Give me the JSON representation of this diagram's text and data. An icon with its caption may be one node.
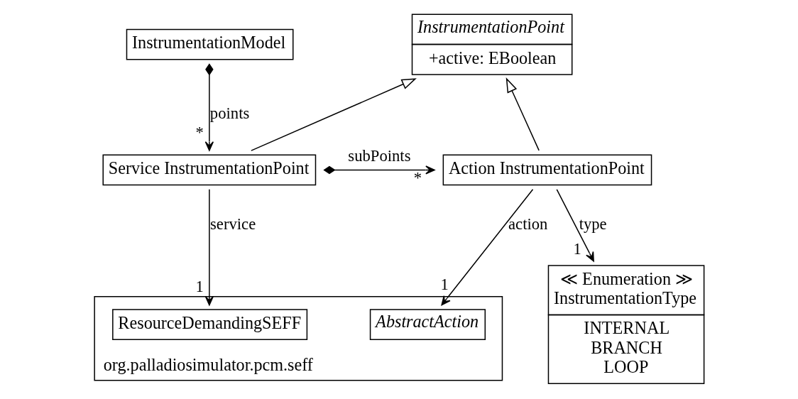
{
  "diagram": {
    "nodes": [
      {
        "text": [
          "InstrumentationPoint",
          "+active: EBoolean"
        ]
      },
      {
        "text": [
          "InstrumentationModel"
        ]
      },
      {
        "text": [
          "≪ Enumeration ≫",
          "InstrumentationType",
          "INTERNAL",
          "BRANCH",
          "LOOP"
        ]
      },
      {
        "text": [
          "Action InstrumentationPoint"
        ]
      },
      {
        "text": [
          "Service InstrumentationPoint"
        ]
      },
      {
        "text": [
          "org.palladiosimulator.pcm.seff"
        ]
      },
      {
        "text": [
          "AbstractAction"
        ],
        "in": 5
      },
      {
        "text": [
          "ResourceDemandingSEFF"
        ],
        "in": 5
      }
    ],
    "edges": [
      {
        "from": 3,
        "to": 0,
        "arrow": "to"
      },
      {
        "from": 4,
        "to": 0,
        "arrow": "to"
      },
      {
        "from": 1,
        "to": 4,
        "arrow": "to",
        "label": "points"
      },
      {
        "from": 3,
        "to": 2,
        "arrow": "to",
        "label": "type"
      },
      {
        "from": 4,
        "to": 3,
        "arrow": "to",
        "label": "subPoints"
      },
      {
        "from": 3,
        "to": 6,
        "arrow": "to",
        "label": "action"
      },
      {
        "from": 4,
        "to": 7,
        "arrow": "to",
        "label": "service"
      }
    ],
    "labels": [
      "1",
      "*",
      "*",
      "1",
      "1"
    ]
  }
}
